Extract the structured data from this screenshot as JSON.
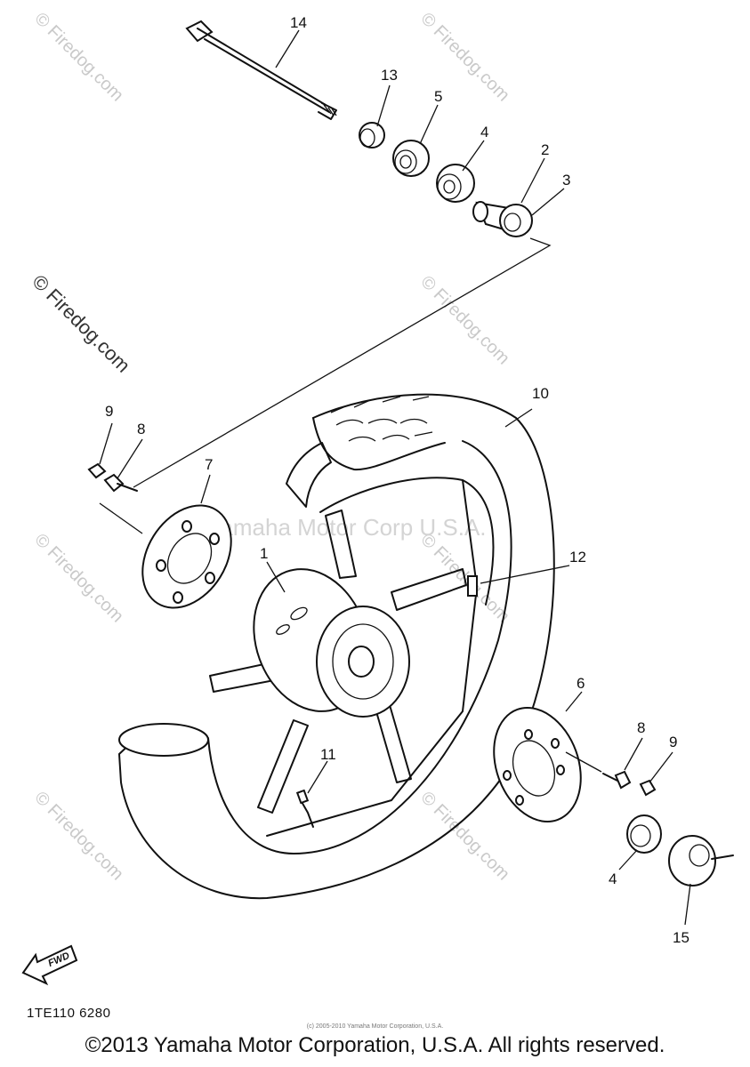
{
  "watermark": {
    "site": "© Firedog.com",
    "center_text": "Yamaha Motor Corp U.S.A."
  },
  "callouts": {
    "c14": "14",
    "c13": "13",
    "c5": "5",
    "c4a": "4",
    "c2": "2",
    "c3": "3",
    "c10": "10",
    "c9a": "9",
    "c8a": "8",
    "c7": "7",
    "c1": "1",
    "c12": "12",
    "c6": "6",
    "c8b": "8",
    "c9b": "9",
    "c11": "11",
    "c4b": "4",
    "c15": "15"
  },
  "fwd_label": "FWD",
  "diagram_code": "1TE110 6280",
  "small_copyright": "(c) 2005-2010 Yamaha Motor Corporation, U.S.A.",
  "copyright": "©2013 Yamaha Motor Corporation, U.S.A. All rights reserved."
}
